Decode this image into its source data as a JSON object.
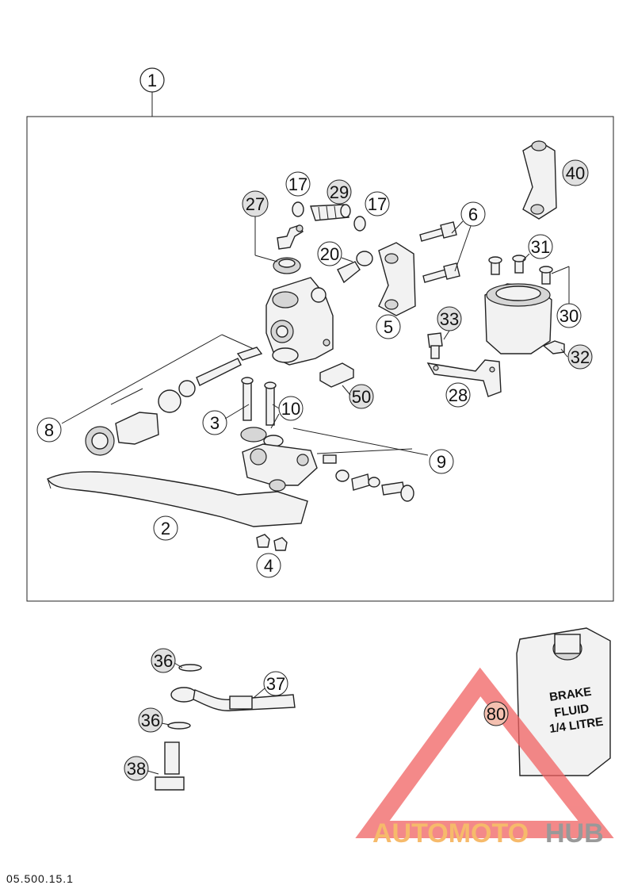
{
  "callouts": {
    "c1": "1",
    "c2": "2",
    "c3": "3",
    "c4": "4",
    "c5": "5",
    "c6": "6",
    "c8": "8",
    "c9": "9",
    "c10": "10",
    "c17a": "17",
    "c17b": "17",
    "c20": "20",
    "c27": "27",
    "c28": "28",
    "c29": "29",
    "c30": "30",
    "c31": "31",
    "c32": "32",
    "c33": "33",
    "c36a": "36",
    "c36b": "36",
    "c37": "37",
    "c38": "38",
    "c40": "40",
    "c50": "50",
    "c80": "80"
  },
  "brake_fluid_label": {
    "line1": "BRAKE",
    "line2": "FLUID",
    "line3": "1/4 LITRE"
  },
  "watermark": {
    "part1": "AUTOMOTO",
    "part2": "HUB",
    "color_primary": "#f4a43a",
    "color_secondary": "#f06262"
  },
  "footer_code": "05.500.15.1"
}
